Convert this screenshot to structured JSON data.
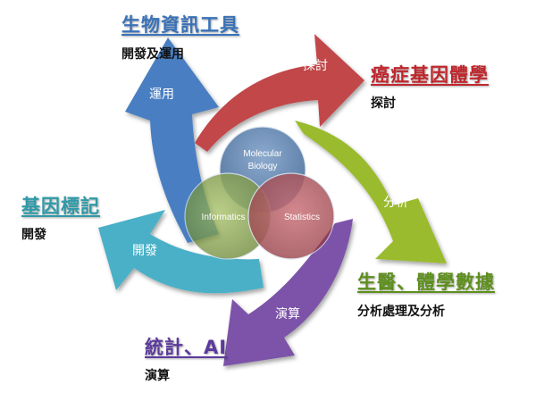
{
  "nodes": {
    "bio_tools": {
      "title": "生物資訊工具",
      "subtitle": "開發及運用",
      "color": "#3a72b8"
    },
    "cancer": {
      "title": "癌症基因體學",
      "subtitle": "探討",
      "color": "#c0272d"
    },
    "medical": {
      "title": "生醫、體學數據",
      "subtitle": "分析處理及分析",
      "color": "#5e8f1e"
    },
    "stats_ai": {
      "title": "統計、AI",
      "subtitle": "演算",
      "color": "#5b3a9c"
    },
    "markers": {
      "title": "基因標記",
      "subtitle": "開發",
      "color": "#2e9aa8"
    }
  },
  "arrows": {
    "red": {
      "label": "探討",
      "color": "#c2464a"
    },
    "green": {
      "label": "分析",
      "color": "#9bbb2e"
    },
    "purple": {
      "label": "演算",
      "color": "#7b52a8"
    },
    "teal": {
      "label": "開發",
      "color": "#4ab0c7"
    },
    "blue": {
      "label": "運用",
      "color": "#4a7fc2"
    }
  },
  "venn": {
    "top": {
      "label": "Molecular Biology",
      "line1": "Molecular",
      "line2": "Biology",
      "color": "#4f79a8"
    },
    "left": {
      "label": "Informatics",
      "color": "#7f9f3a"
    },
    "right": {
      "label": "Statistics",
      "color": "#a53c45"
    }
  }
}
